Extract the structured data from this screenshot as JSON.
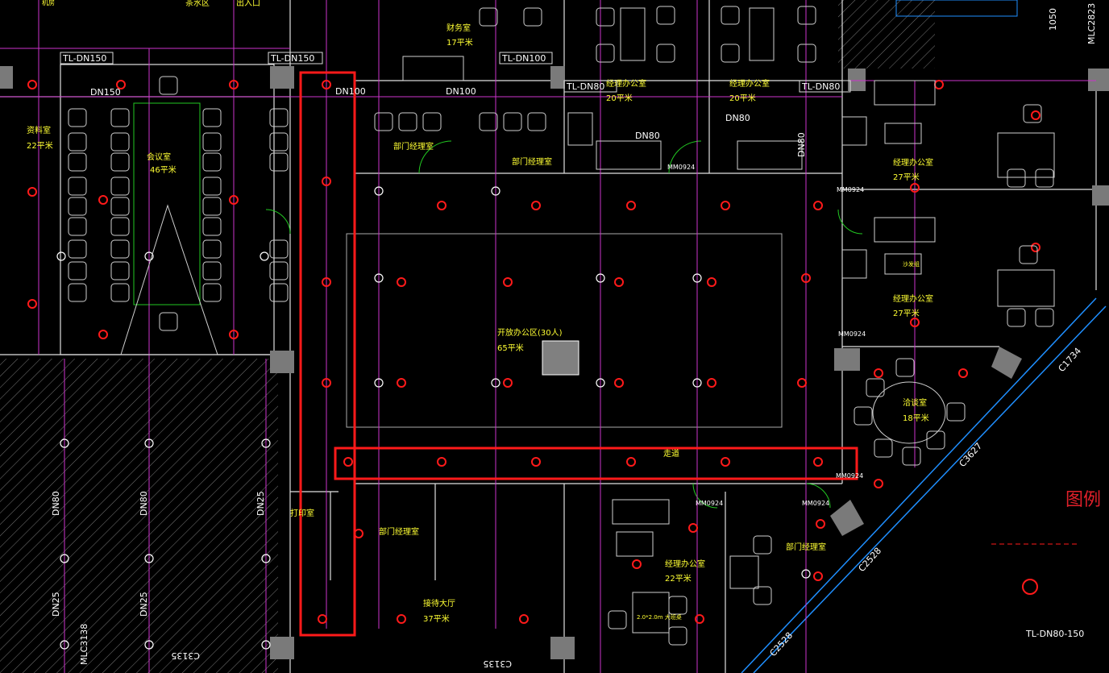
{
  "rooms": [
    {
      "name": "财务室",
      "area": "17平米"
    },
    {
      "name": "经理办公室",
      "area": "20平米"
    },
    {
      "name": "经理办公室",
      "area": "20平米"
    },
    {
      "name": "资料室",
      "area": "22平米"
    },
    {
      "name": "会议室",
      "area": "46平米"
    },
    {
      "name": "部门经理室",
      "area": ""
    },
    {
      "name": "部门经理室",
      "area": ""
    },
    {
      "name": "经理办公室",
      "area": "27平米"
    },
    {
      "name": "经理办公室",
      "area": "27平米"
    },
    {
      "name": "开放办公区(30人)",
      "area": "65平米"
    },
    {
      "name": "洽谈室",
      "area": "18平米"
    },
    {
      "name": "走道",
      "area": ""
    },
    {
      "name": "打印室",
      "area": ""
    },
    {
      "name": "部门经理室",
      "area": ""
    },
    {
      "name": "经理办公室",
      "area": "22平米"
    },
    {
      "name": "部门经理室",
      "area": ""
    },
    {
      "name": "接待大厅",
      "area": "37平米"
    }
  ],
  "pipe_tags": [
    "TL-DN150",
    "TL-DN150",
    "TL-DN100",
    "TL-DN80",
    "TL-DN80",
    "TL-DN80-150"
  ],
  "pipe_sizes": [
    "DN150",
    "DN100",
    "DN100",
    "DN80",
    "DN80",
    "DN80",
    "DN80",
    "DN80",
    "DN25",
    "DN25",
    "DN25"
  ],
  "door_marks": [
    "MM0924",
    "MM0924",
    "MM0924",
    "MM0924",
    "MM0924",
    "MM0924"
  ],
  "window_marks": [
    "C1734",
    "C3627",
    "C2528",
    "C2528",
    "C3135",
    "C3135",
    "MLC3138",
    "MLC2823"
  ],
  "misc_labels": [
    "茶水区",
    "出入口",
    "1050",
    "2.0*2.0m 大班桌",
    "沙发组",
    "机房"
  ],
  "legend": {
    "title": "图例"
  },
  "colors": {
    "wall": "#e0e0e0",
    "pipe": "#cc33cc",
    "sprinkler": "#ff1a1a",
    "highlight": "#ff1a1a",
    "door": "#22c922",
    "glazing": "#1f8fff"
  }
}
